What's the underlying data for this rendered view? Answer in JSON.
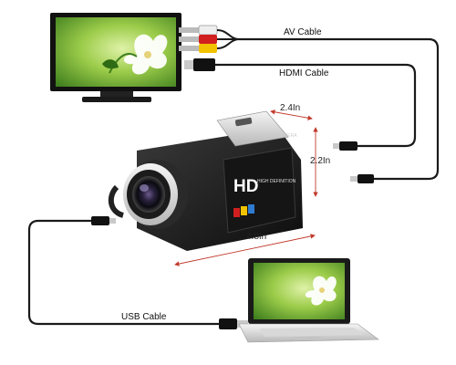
{
  "labels": {
    "av_cable": "AV Cable",
    "hdmi_cable": "HDMI Cable",
    "usb_cable": "USB Cable",
    "width_dim": "2.4In",
    "height_dim": "2.2In",
    "length_dim": "4.8In"
  },
  "camera_text": {
    "badge": "HD",
    "badge_sub": "HIGH DEFINITION",
    "brand": "MELINERA"
  },
  "colors": {
    "cable": "#1a1a1a",
    "dimension_line": "#c0392b",
    "rca_yellow": "#f2c200",
    "rca_white": "#eeeeee",
    "rca_red": "#d11f1f",
    "screen_green": "#5d9e2a",
    "camera_body": "#1c1c1c"
  },
  "icons": {
    "tv": "tv-monitor-icon",
    "camera": "camcorder-icon",
    "laptop": "laptop-icon",
    "flower": "lily-flower-icon"
  }
}
